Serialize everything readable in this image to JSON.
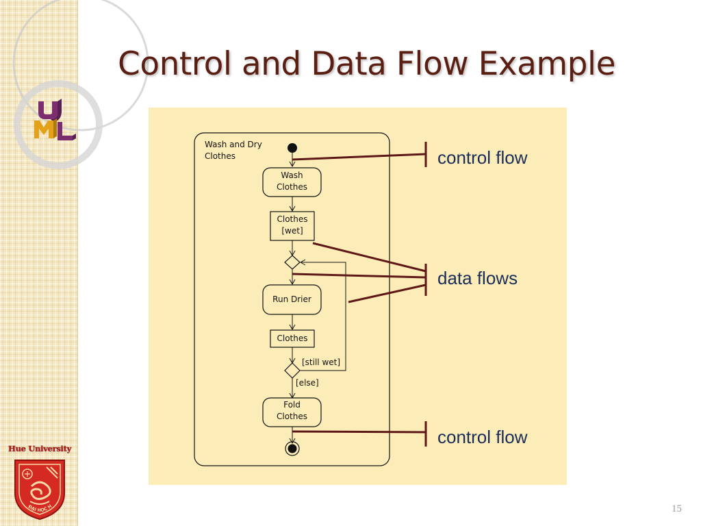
{
  "slide": {
    "title": "Control and Data Flow Example",
    "page_number": "15",
    "university_name": "Hue University",
    "emblem_text": "ĐẠI HỌC HUẾ",
    "uml_logo_letters": [
      "U",
      "M",
      "L"
    ]
  },
  "diagram": {
    "activity_name_line1": "Wash and Dry",
    "activity_name_line2": "Clothes",
    "actions": [
      {
        "line1": "Wash",
        "line2": "Clothes"
      },
      {
        "line1": "Run Drier",
        "line2": ""
      },
      {
        "line1": "Fold",
        "line2": "Clothes"
      }
    ],
    "objects": [
      {
        "line1": "Clothes",
        "line2": "[wet]"
      },
      {
        "line1": "Clothes",
        "line2": ""
      }
    ],
    "guards": {
      "still_wet": "[still wet]",
      "else": "[else]"
    },
    "callouts": {
      "top": "control flow",
      "middle": "data flows",
      "bottom": "control flow"
    }
  },
  "colors": {
    "title": "#5a1e12",
    "callout_lines": "#5e1717",
    "callout_text": "#1a2d5a",
    "panel_background": "#fcecb8",
    "emblem_red": "#c8201c"
  }
}
